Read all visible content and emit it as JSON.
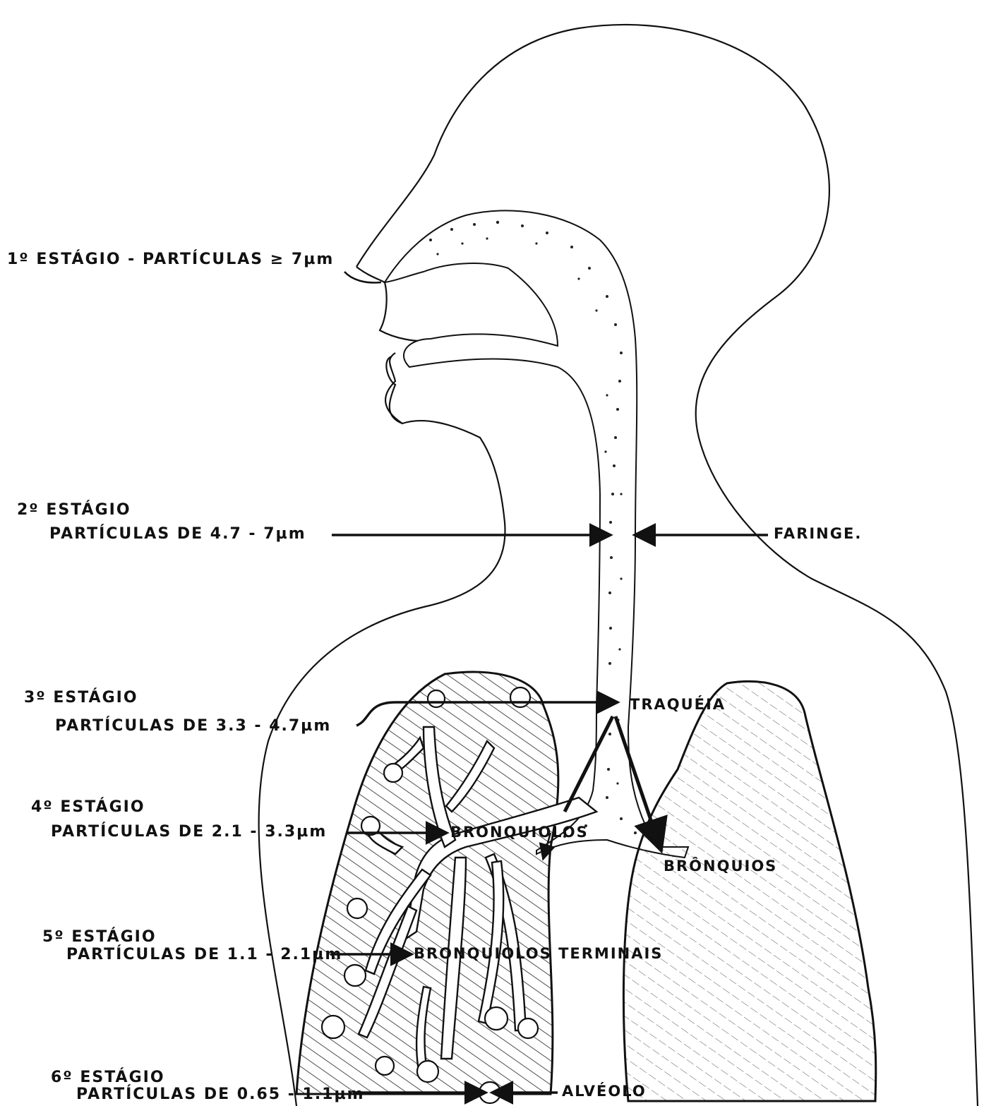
{
  "stages": [
    {
      "title": "1º ESTÁGIO - PARTÍCULAS ≥ 7µm"
    },
    {
      "title": "2º ESTÁGIO",
      "particles": "PARTÍCULAS DE 4.7 - 7µm"
    },
    {
      "title": "3º ESTÁGIO",
      "particles": "PARTÍCULAS DE 3.3 - 4.7µm"
    },
    {
      "title": "4º ESTÁGIO",
      "particles": "PARTÍCULAS DE 2.1 - 3.3µm"
    },
    {
      "title": "5º ESTÁGIO",
      "particles": "PARTÍCULAS DE 1.1 - 2.1µm"
    },
    {
      "title": "6º ESTÁGIO",
      "particles": "PARTÍCULAS DE 0.65 - 1.1µm"
    }
  ],
  "organs": {
    "faringe": "FARINGE.",
    "traqueia": "TRAQUÉIA",
    "bronquiolos": "BRONQUIOLOS",
    "bronquios": "BRÔNQUIOS",
    "bronquiolos_terminais": "BRONQUIOLOS TERMINAIS",
    "alveolo": "ALVÉOLO"
  },
  "colors": {
    "ink": "#111111",
    "paper": "#ffffff"
  }
}
